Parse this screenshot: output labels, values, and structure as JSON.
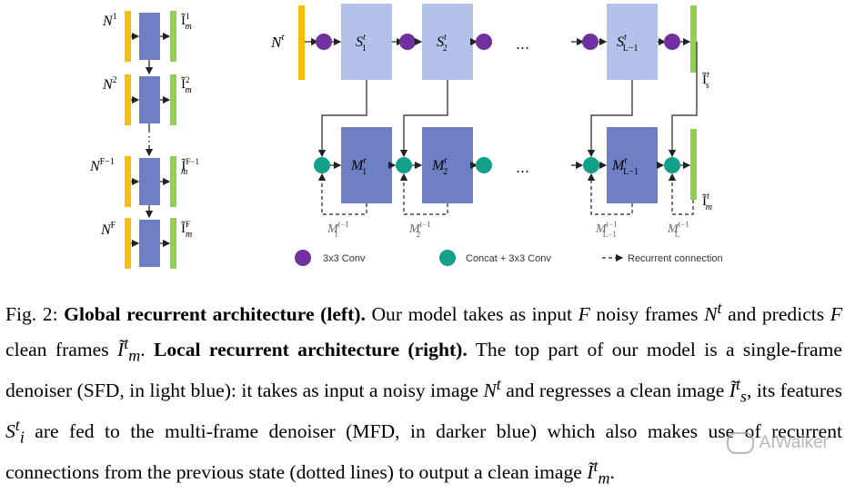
{
  "figure": {
    "legend": {
      "conv": "3x3 Conv",
      "concat": "Concat + 3x3 Conv",
      "recurrent": "Recurrent connection"
    },
    "colors": {
      "yellow": "#f5be0b",
      "green": "#92d050",
      "dark_blue": "#6f7fc4",
      "light_blue": "#b3c2ea",
      "purple": "#7030a0",
      "teal": "#13a08a"
    },
    "left_labels": {
      "n1": "N",
      "n1_sup": "1",
      "n2": "N",
      "n2_sup": "2",
      "nf1": "N",
      "nf1_sup": "F−1",
      "nf": "N",
      "nf_sup": "F",
      "i": "Ĩ",
      "i_sub": "m",
      "i1_sup": "1",
      "i2_sup": "2",
      "if1_sup": "F−1",
      "if_sup": "F",
      "ellipsis": "⋮"
    },
    "right_labels": {
      "nt": "N",
      "nt_sup": "t",
      "s": "S",
      "t": "t",
      "s1_sub": "1",
      "s2_sub": "2",
      "sl1_sub": "L−1",
      "m": "M",
      "m1_sub": "1",
      "m2_sub": "2",
      "ml1_sub": "L−1",
      "ellipsis": "...",
      "is": "Ĩ",
      "is_sub": "s",
      "im": "Ĩ",
      "im_sub": "m",
      "tm1": "t−1",
      "mp1_sub": "1",
      "mp2_sub": "2",
      "mpl1_sub": "L−1",
      "mpl_sub": "L"
    }
  },
  "caption": {
    "fig_label": "Fig. 2: ",
    "title_left": "Global recurrent architecture (left).",
    "t1": " Our model takes as input ",
    "F": "F",
    "t2": " noisy frames ",
    "Nt": "N",
    "Nt_sup": "t",
    "t3": " and predicts ",
    "t4": " clean frames ",
    "Im": "Ĩ",
    "Im_sup": "t",
    "Im_sub": "m",
    "t5": ". ",
    "title_right": "Local recurrent architecture (right).",
    "t6": " The top part of our model is a single-frame denoiser (SFD, in light blue): it takes as input a noisy image ",
    "t7": " and regresses a clean image ",
    "Is_sub": "s",
    "t8": ", its features ",
    "S": "S",
    "S_sub": "i",
    "t9": " are fed to the multi-frame denoiser (MFD, in darker blue) which also makes use of recurrent connections from the previous state (dotted lines) to output a clean image ",
    "t10": "."
  },
  "watermark": "AIWalker"
}
